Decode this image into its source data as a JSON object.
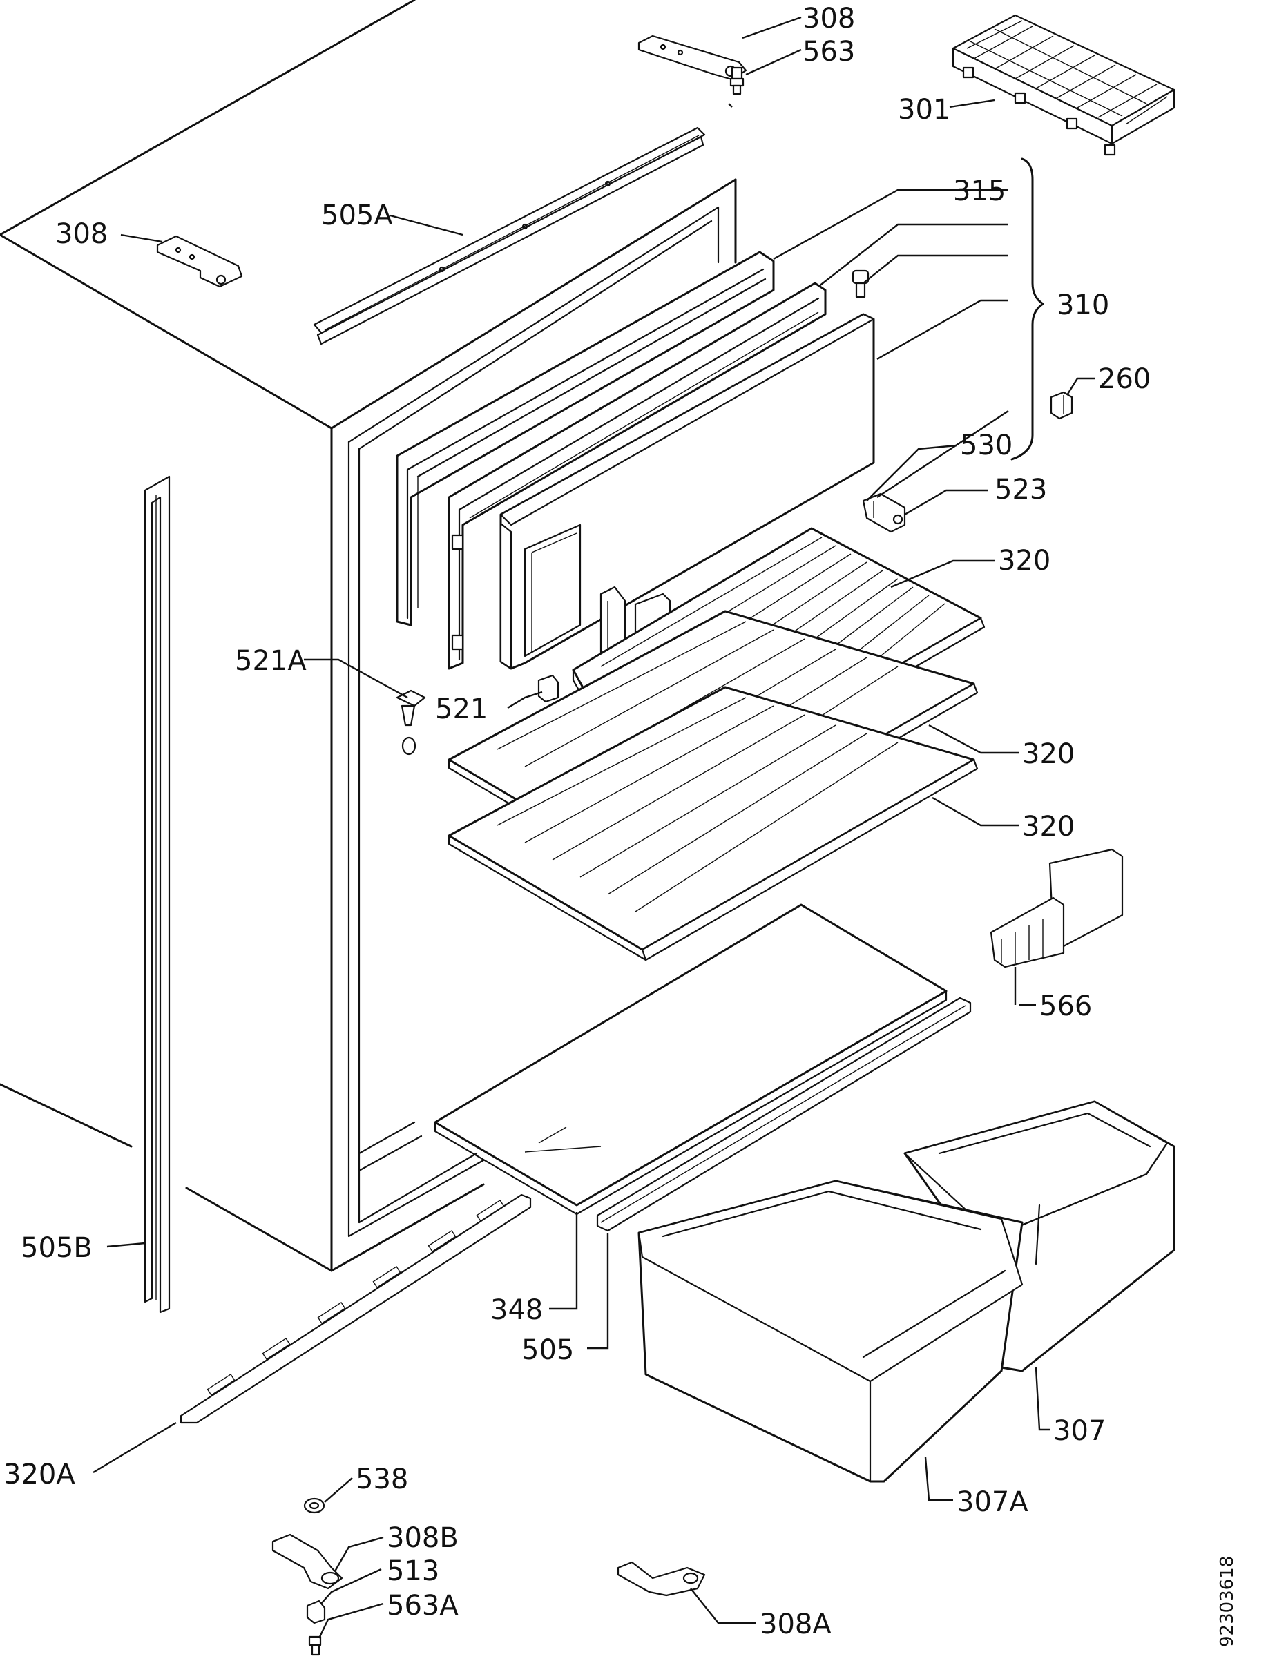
{
  "diagram": {
    "document_code": "92303618",
    "labels": [
      {
        "id": "308-top-right",
        "text": "308"
      },
      {
        "id": "563",
        "text": "563"
      },
      {
        "id": "301",
        "text": "301"
      },
      {
        "id": "308-top-left",
        "text": "308"
      },
      {
        "id": "505a",
        "text": "505A"
      },
      {
        "id": "315",
        "text": "315"
      },
      {
        "id": "310",
        "text": "310"
      },
      {
        "id": "260",
        "text": "260"
      },
      {
        "id": "530",
        "text": "530"
      },
      {
        "id": "523",
        "text": "523"
      },
      {
        "id": "320-1",
        "text": "320"
      },
      {
        "id": "521a",
        "text": "521A"
      },
      {
        "id": "521",
        "text": "521"
      },
      {
        "id": "320-2",
        "text": "320"
      },
      {
        "id": "320-3",
        "text": "320"
      },
      {
        "id": "566",
        "text": "566"
      },
      {
        "id": "505b",
        "text": "505B"
      },
      {
        "id": "348",
        "text": "348"
      },
      {
        "id": "505",
        "text": "505"
      },
      {
        "id": "307",
        "text": "307"
      },
      {
        "id": "320a",
        "text": "320A"
      },
      {
        "id": "538",
        "text": "538"
      },
      {
        "id": "307a",
        "text": "307A"
      },
      {
        "id": "308b",
        "text": "308B"
      },
      {
        "id": "513",
        "text": "513"
      },
      {
        "id": "563a",
        "text": "563A"
      },
      {
        "id": "308a",
        "text": "308A"
      }
    ]
  }
}
